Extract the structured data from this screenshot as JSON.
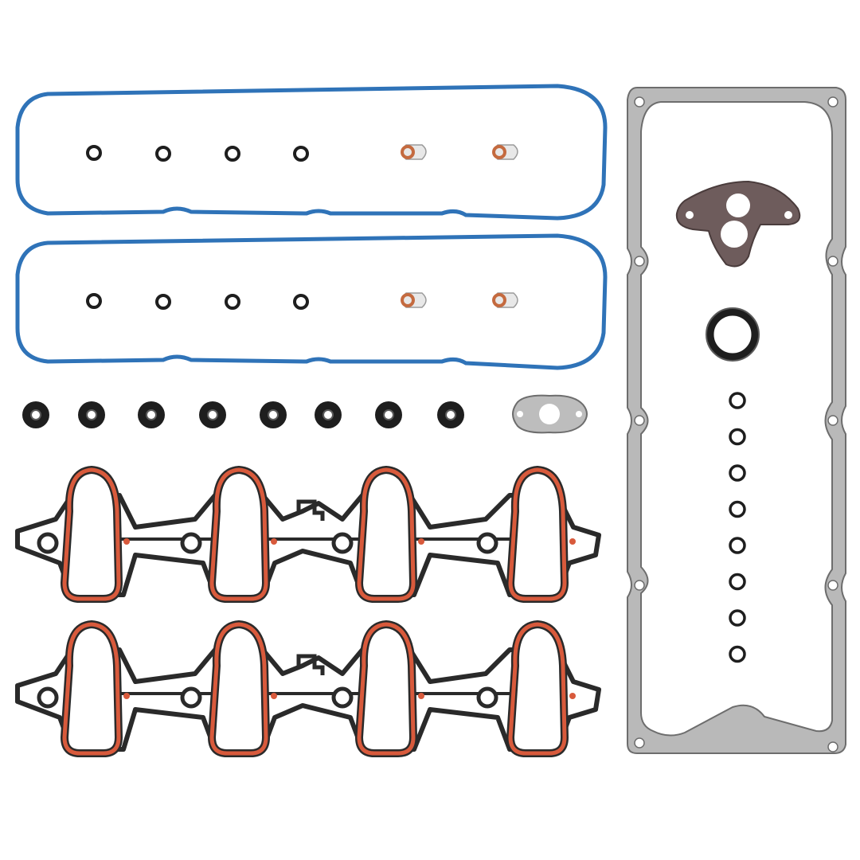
{
  "colors": {
    "background": "#ffffff",
    "valve_cover_seal": "#2f73b8",
    "valve_cover_seal_edge": "#1d4f86",
    "rubber_black": "#1e1e1e",
    "rubber_gray": "#5a5a5a",
    "copper_washer": "#c46a3f",
    "steel_plate": "#b9b9b9",
    "steel_plate_edge": "#6d6d6d",
    "intake_carrier": "#2a2a2a",
    "intake_bead": "#d85a3c",
    "egr_gasket": "#6e5c5c"
  },
  "icons": {
    "valve_cover_gaskets": "blue-loop-gasket-icon",
    "o_rings": "o-ring-icon",
    "spark_plug_seals": "grommet-icon",
    "intake_manifold_gaskets": "intake-gasket-icon",
    "valley_cover_plate": "plate-gasket-icon"
  },
  "counts": {
    "valve_cover_gaskets": 2,
    "spark_plug_tube_seals": 8,
    "intake_manifold_gaskets": 2,
    "valley_o_rings": 8
  }
}
